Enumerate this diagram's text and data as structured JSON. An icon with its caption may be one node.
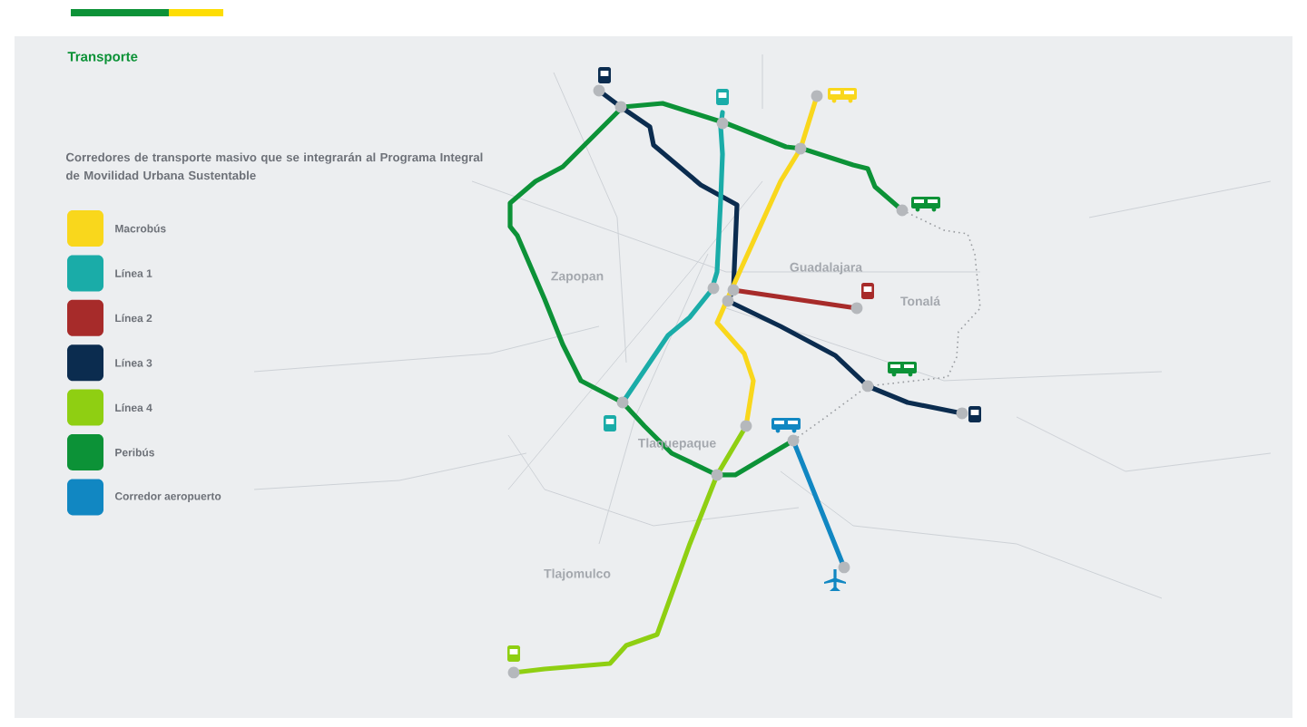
{
  "diagram": {
    "title": "Corredores de transporte masivo que se integrarán al Programa Integral de Movilidad Urbana Sustentable",
    "labels": [
      "Transporte",
      "Zapopan",
      "Guadalajara",
      "Tonalá",
      "Tlaquepaque",
      "Tlajomulco"
    ],
    "legend": [
      {
        "text": "Macrobús",
        "color": "#f9d71c"
      },
      {
        "text": "Línea 1",
        "color": "#1aaca8"
      },
      {
        "text": "Línea 2",
        "color": "#a72b2a"
      },
      {
        "text": "Línea 3",
        "color": "#0b2c4f"
      },
      {
        "text": "Línea 4",
        "color": "#8fcf12"
      },
      {
        "text": "Peribús",
        "color": "#0c9237"
      },
      {
        "text": "Corredor aeropuerto",
        "color": "#1187c2"
      }
    ]
  }
}
